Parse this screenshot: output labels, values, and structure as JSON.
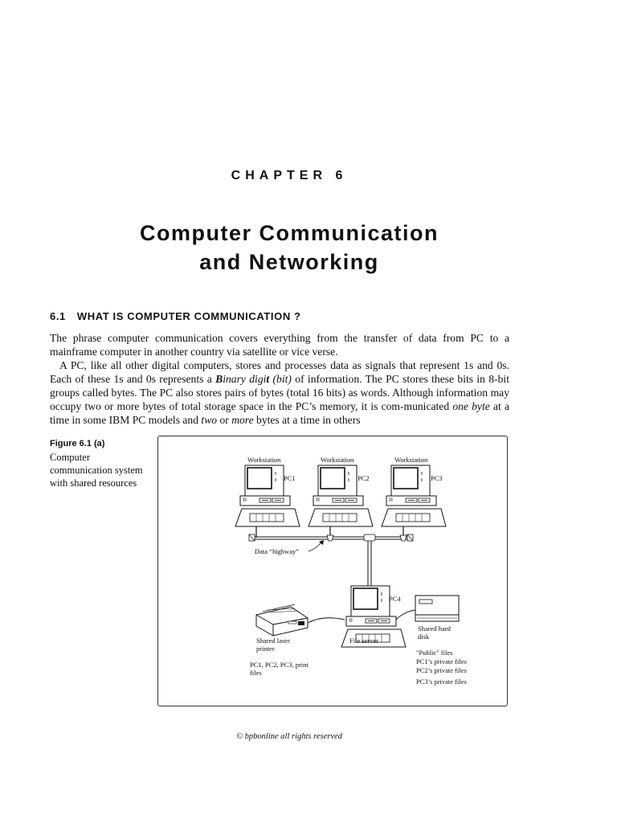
{
  "chapter": {
    "label": "CHAPTER 6",
    "title_line1": "Computer Communication",
    "title_line2": "and Networking"
  },
  "section": {
    "number": "6.1",
    "title": "WHAT IS COMPUTER COMMUNICATION ?"
  },
  "paragraph1": "The phrase computer communication covers everything from the transfer of data from PC to a mainframe computer in another country via satellite or vice verse.",
  "paragraph2": {
    "part1": "A PC, like all other digital computers, stores and processes data as signals that represent 1s and 0s. Each of these 1s and 0s represents a ",
    "emph_B": "B",
    "emph_inary": "inary digi",
    "emph_t": "t",
    "emph_bit": " (bit)",
    "part2": " of information. The PC stores these bits in 8-bit groups called bytes. The PC also stores pairs of bytes (total 16 bits) as words. Although information may occupy two or more bytes of total storage space in the PC’s memory, it is com-municated ",
    "one_byte": "one byte",
    "part3": " at a time in some IBM PC models and ",
    "two": "two",
    "or": " or ",
    "more": "more",
    "part4": " bytes at a time in others"
  },
  "figure": {
    "label": "Figure 6.1 (a)",
    "caption": "Computer communication system with shared resources",
    "workstation_label": "Workstation",
    "pc1": "PC1",
    "pc2": "PC2",
    "pc3": "PC3",
    "pc4": "PC4",
    "highway": "Data “highway”",
    "file_server": "File server",
    "printer_line1": "Shared laser",
    "printer_line2": "printer",
    "print_files_line1": "PC1, PC2, PC3, print",
    "print_files_line2": "files",
    "disk_line1": "Shared hard",
    "disk_line2": "disk",
    "public_files": "\"Public\" files",
    "pc1_files": "PC1’s private files",
    "pc2_files": "PC2’s private files",
    "pc3_files": "PC3’s private files"
  },
  "footer": "© bpbonline all rights reserved"
}
